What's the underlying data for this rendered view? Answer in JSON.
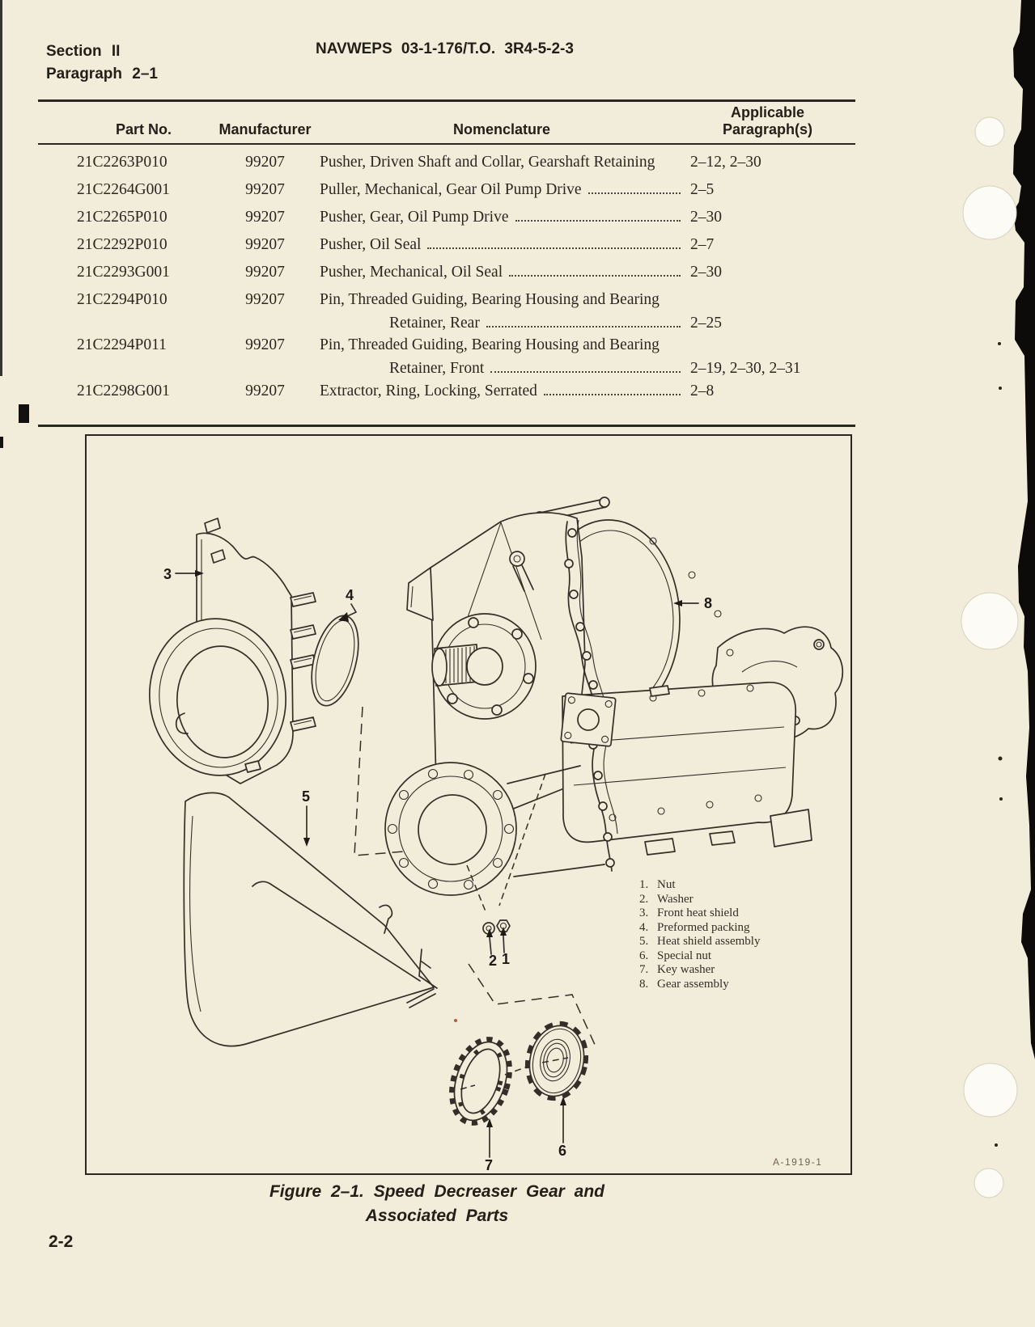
{
  "page": {
    "section": "Section II",
    "paragraph": "Paragraph 2–1",
    "doc_number": "NAVWEPS 03-1-176/T.O. 3R4-5-2-3",
    "page_number": "2-2"
  },
  "colors": {
    "paper": "#f2edda",
    "ink": "#26221c"
  },
  "table": {
    "headers": {
      "part_no": "Part No.",
      "manufacturer": "Manufacturer",
      "nomenclature": "Nomenclature",
      "applicable_line1": "Applicable",
      "applicable_line2": "Paragraph(s)"
    },
    "rows": [
      {
        "part_no": "21C2263P010",
        "manufacturer": "99207",
        "nomenclature": "Pusher, Driven Shaft and Collar, Gearshaft Retaining",
        "applicable": "2–12, 2–30"
      },
      {
        "part_no": "21C2264G001",
        "manufacturer": "99207",
        "nomenclature": "Puller, Mechanical, Gear Oil Pump Drive",
        "applicable": "2–5"
      },
      {
        "part_no": "21C2265P010",
        "manufacturer": "99207",
        "nomenclature": "Pusher, Gear, Oil Pump Drive",
        "applicable": "2–30"
      },
      {
        "part_no": "21C2292P010",
        "manufacturer": "99207",
        "nomenclature": "Pusher, Oil Seal",
        "applicable": "2–7"
      },
      {
        "part_no": "21C2293G001",
        "manufacturer": "99207",
        "nomenclature": "Pusher, Mechanical, Oil Seal",
        "applicable": "2–30"
      },
      {
        "part_no": "21C2294P010",
        "manufacturer": "99207",
        "nomenclature": "Pin, Threaded Guiding, Bearing Housing and Bearing",
        "nomenclature_line2": "Retainer, Rear",
        "applicable": "2–25"
      },
      {
        "part_no": "21C2294P011",
        "manufacturer": "99207",
        "nomenclature": "Pin, Threaded Guiding, Bearing Housing and Bearing",
        "nomenclature_line2": "Retainer, Front",
        "applicable": "2–19, 2–30, 2–31"
      },
      {
        "part_no": "21C2298G001",
        "manufacturer": "99207",
        "nomenclature": "Extractor, Ring, Locking, Serrated",
        "applicable": "2–8"
      }
    ]
  },
  "figure": {
    "caption_line1": "Figure 2–1. Speed Decreaser Gear and",
    "caption_line2": "Associated Parts",
    "plate_number": "A-1919-1",
    "callouts": {
      "n1": "1",
      "n2": "2",
      "n3": "3",
      "n4": "4",
      "n5": "5",
      "n6": "6",
      "n7": "7",
      "n8": "8"
    },
    "legend": [
      {
        "num": "1.",
        "label": "Nut"
      },
      {
        "num": "2.",
        "label": "Washer"
      },
      {
        "num": "3.",
        "label": "Front heat shield"
      },
      {
        "num": "4.",
        "label": "Preformed packing"
      },
      {
        "num": "5.",
        "label": "Heat shield assembly"
      },
      {
        "num": "6.",
        "label": "Special nut"
      },
      {
        "num": "7.",
        "label": "Key washer"
      },
      {
        "num": "8.",
        "label": "Gear assembly"
      }
    ]
  }
}
